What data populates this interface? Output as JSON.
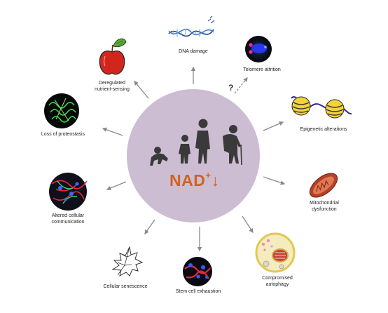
{
  "center": {
    "main": "NAD",
    "superscript": "+",
    "arrow": "↓",
    "circle_color": "#cdbdd3",
    "text_color": "#d2621f"
  },
  "unknown_link_mark": "?",
  "hallmarks": [
    {
      "key": "dna",
      "label": "DNA damage",
      "icon": "dna-helix-icon"
    },
    {
      "key": "telomere",
      "label": "Telomere attrition",
      "icon": "telomere-stain-icon"
    },
    {
      "key": "epigenetic",
      "label": "Epigenetic alterations",
      "icon": "nucleosome-icon"
    },
    {
      "key": "mito",
      "label": "Mitochondrial\ndysfunction",
      "icon": "mitochondrion-icon"
    },
    {
      "key": "autophagy",
      "label": "Compromised\nautophagy",
      "icon": "autophagy-cell-icon"
    },
    {
      "key": "stem",
      "label": "Stem cell exhaustion",
      "icon": "stem-cell-stain-icon"
    },
    {
      "key": "senescence",
      "label": "Cellular senescence",
      "icon": "dry-leaf-icon"
    },
    {
      "key": "communication",
      "label": "Altered cellular\ncommunication",
      "icon": "cell-network-icon"
    },
    {
      "key": "proteostasis",
      "label": "Loss of proteostasis",
      "icon": "protein-structure-icon"
    },
    {
      "key": "nutrient",
      "label": "Deregulated\nnutrient-sensing",
      "icon": "apple-icon"
    }
  ]
}
